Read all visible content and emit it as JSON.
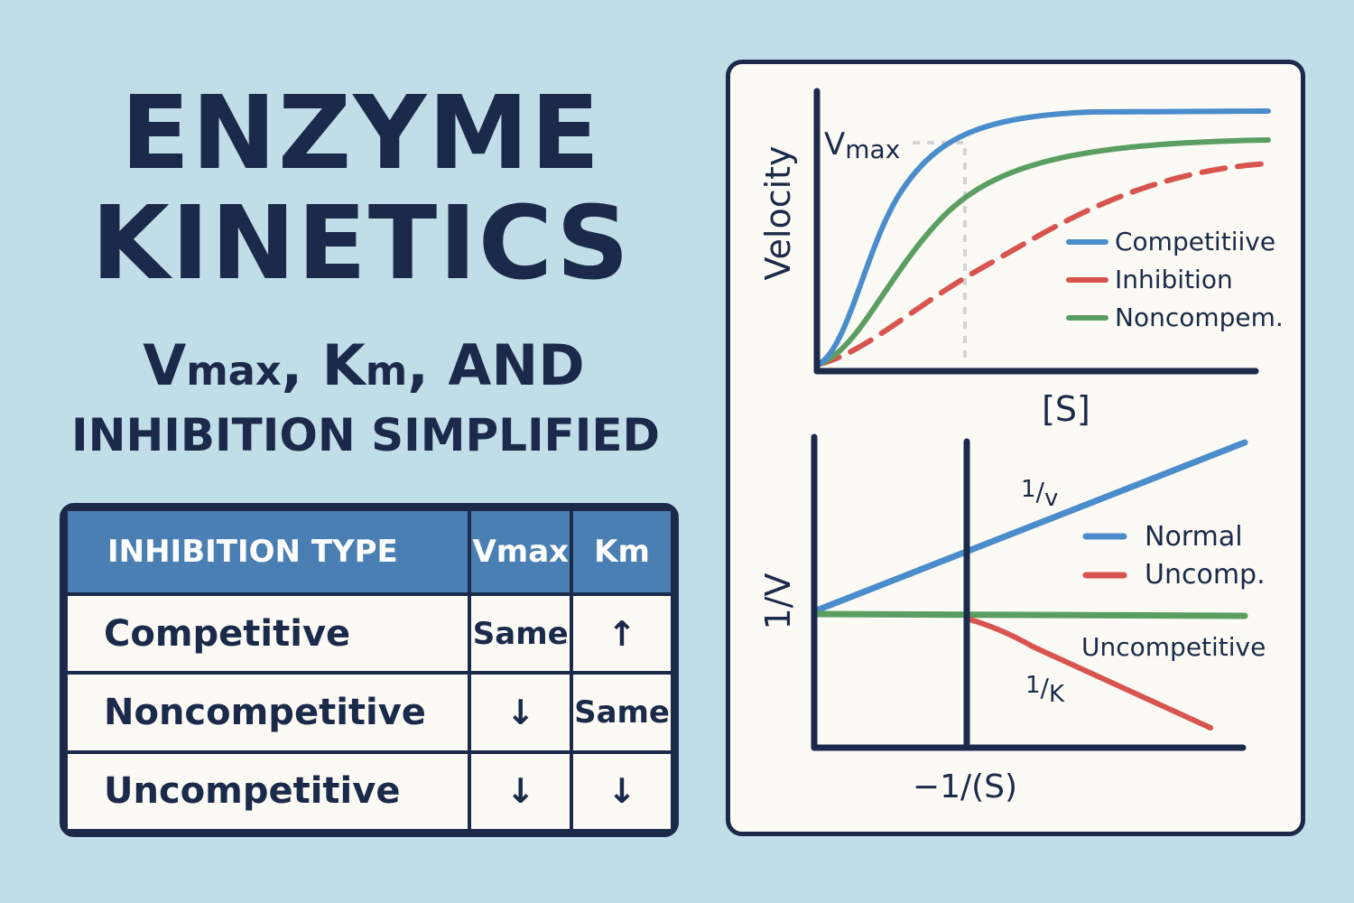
{
  "title": {
    "line1": "ENZYME",
    "line2": "KINETICS",
    "subtitle_line1_parts": [
      "V",
      "max",
      ", K",
      "m",
      ", AND"
    ],
    "subtitle_line2": "INHIBITION SIMPLIFIED"
  },
  "table": {
    "headers": {
      "type": "INHIBITION TYPE",
      "vmax": "Vmax",
      "km": "Km"
    },
    "rows": [
      {
        "type": "Competitive",
        "vmax": "Same",
        "km": "↑"
      },
      {
        "type": "Noncompetitive",
        "vmax": "↓",
        "km": "Same"
      },
      {
        "type": "Uncompetitive",
        "vmax": "↓",
        "km": "↓"
      }
    ]
  },
  "colors": {
    "background": "#c1dde7",
    "ink": "#1b2a4a",
    "header_blue": "#4a7fb3",
    "panel": "#fbfaf4",
    "blue": "#4a8ccc",
    "red": "#d9534f",
    "green": "#5a9e62",
    "guide": "#d4d4d4"
  },
  "chart_data": [
    {
      "type": "line",
      "title": "Michaelis-Menten",
      "xlabel": "[S]",
      "ylabel": "Velocity",
      "annotations": [
        "Vmax"
      ],
      "legend": [
        "Competitiive",
        "Inhibition",
        "Noncompem."
      ],
      "legend_position": "right-middle",
      "grid": false,
      "series": [
        {
          "name": "Competitiive",
          "color": "blue",
          "style": "solid",
          "x": [
            0,
            1,
            2,
            3,
            4,
            5,
            6,
            8,
            10
          ],
          "y": [
            0,
            0.35,
            0.7,
            0.84,
            0.9,
            0.93,
            0.95,
            0.96,
            0.96
          ]
        },
        {
          "name": "Noncompem.",
          "color": "green",
          "style": "solid",
          "x": [
            0,
            1,
            2,
            3,
            4,
            5,
            6,
            8,
            10
          ],
          "y": [
            0,
            0.18,
            0.42,
            0.6,
            0.7,
            0.77,
            0.81,
            0.84,
            0.85
          ]
        },
        {
          "name": "Inhibition",
          "color": "red",
          "style": "dashed",
          "x": [
            0,
            1,
            2,
            3,
            4,
            5,
            6,
            8,
            10
          ],
          "y": [
            0,
            0.1,
            0.22,
            0.33,
            0.44,
            0.54,
            0.62,
            0.72,
            0.78
          ]
        }
      ],
      "vmax_guide": {
        "x": 3.1,
        "y": 0.84
      }
    },
    {
      "type": "line",
      "title": "Lineweaver-Burk",
      "xlabel": "-1/(S)",
      "ylabel": "1/V",
      "annotations": [
        "1/v",
        "1/K",
        "Uncompetitive"
      ],
      "legend": [
        "Normal",
        "Uncomp."
      ],
      "legend_position": "right-upper",
      "grid": false,
      "series": [
        {
          "name": "Normal",
          "color": "blue",
          "x": [
            0,
            1
          ],
          "y": [
            0.48,
            1.0
          ]
        },
        {
          "name": "Uncompetitive",
          "color": "green",
          "x": [
            0,
            1
          ],
          "y": [
            0.45,
            0.45
          ]
        },
        {
          "name": "Uncomp.",
          "color": "red",
          "x": [
            0.36,
            0.91
          ],
          "y": [
            0.45,
            0.08
          ]
        }
      ]
    }
  ],
  "chart_labels": {
    "mm": {
      "ylabel": "Velocity",
      "xlabel": "[S]",
      "vmax_v": "V",
      "vmax_sub": "max",
      "legend": [
        "Competitiive",
        "Inhibition",
        "Noncompem."
      ]
    },
    "lb": {
      "ylabel": "1/V",
      "xlabel": "−1/(S)",
      "label_1v_num": "1",
      "label_1v_den": "v",
      "label_1k_num": "1",
      "label_1k_den": "K",
      "uncompetitive": "Uncompetitive",
      "legend": [
        "Normal",
        "Uncomp."
      ]
    }
  }
}
